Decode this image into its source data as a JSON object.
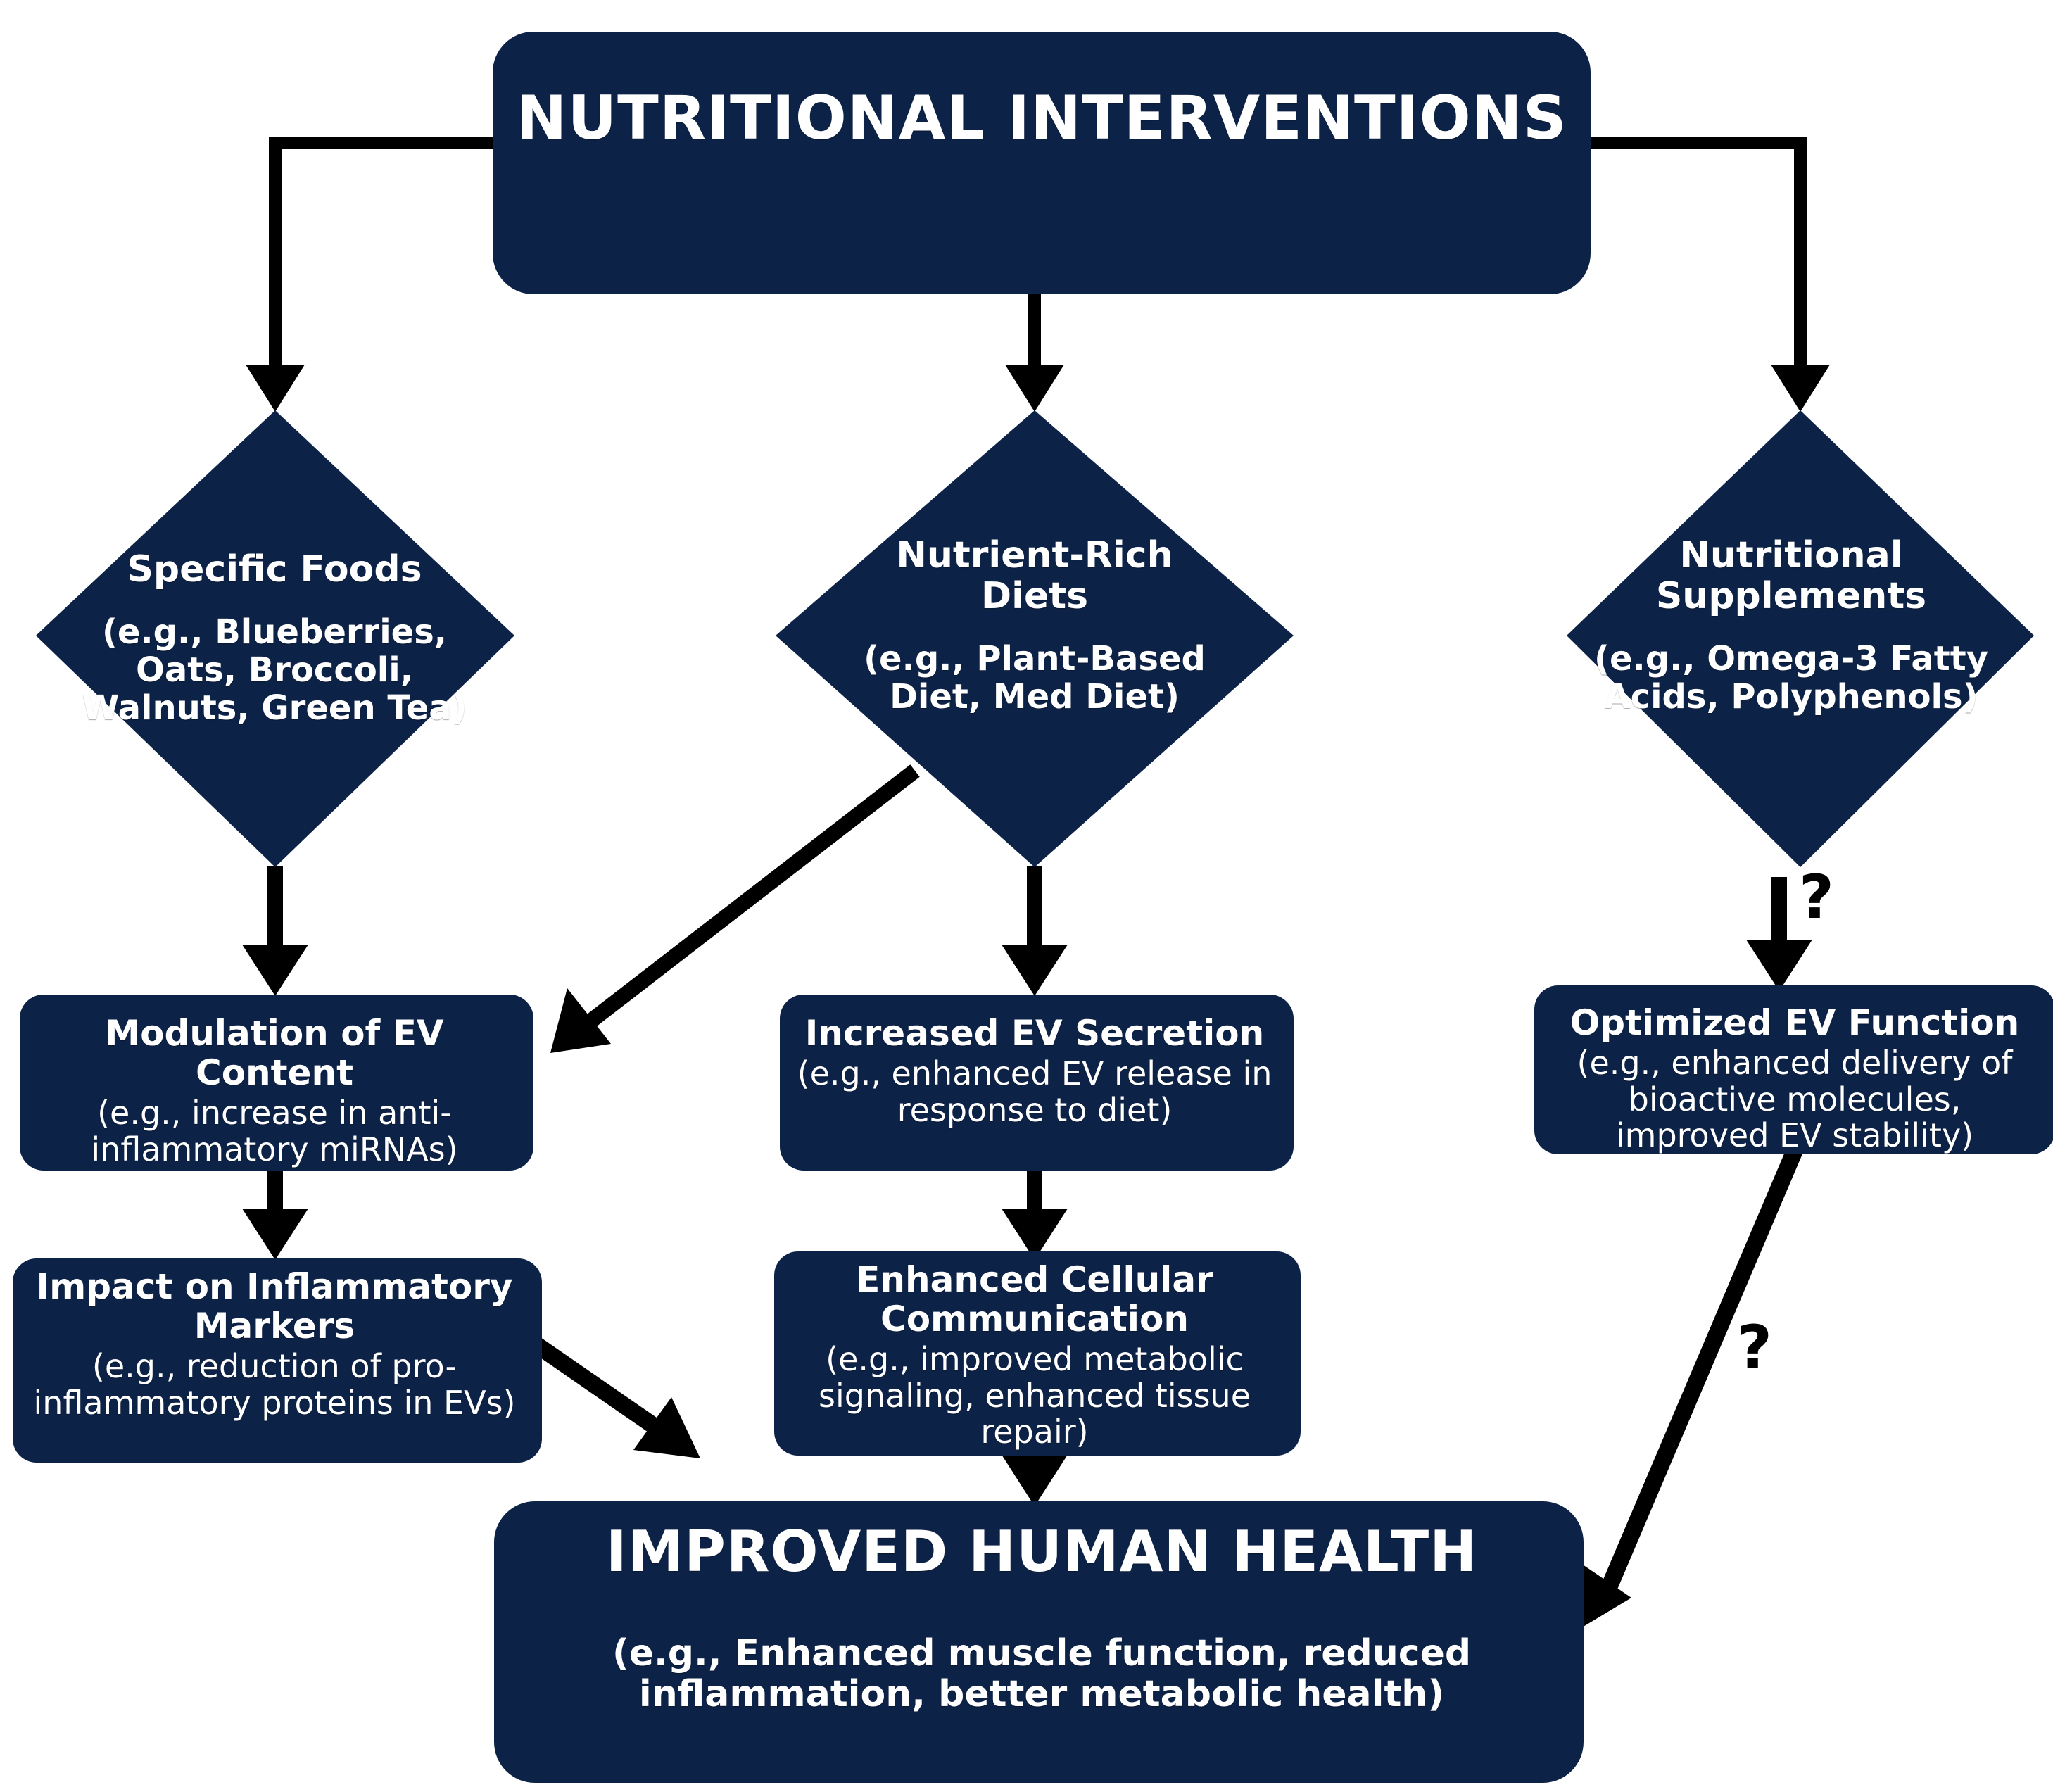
{
  "theme": {
    "navy": "#0d2247",
    "edge": "#000000",
    "text_on_navy": "#ffffff",
    "background": "#ffffff"
  },
  "diagram": {
    "type": "flowchart",
    "title": "NUTRITIONAL INTERVENTIONS",
    "root": {
      "id": "nutritional-interventions",
      "shape": "rounded-rect",
      "label": "NUTRITIONAL INTERVENTIONS"
    },
    "branches": [
      {
        "id": "specific-foods",
        "shape": "diamond",
        "title": "Specific Foods",
        "example": "(e.g., Blueberries, Oats, Broccoli, Walnuts, Green Tea)"
      },
      {
        "id": "nutrient-rich-diets",
        "shape": "diamond",
        "title": "Nutrient-Rich Diets",
        "example": "(e.g., Plant-Based Diet, Med Diet)"
      },
      {
        "id": "nutritional-supplements",
        "shape": "diamond",
        "title": "Nutritional Supplements",
        "example": "(e.g., Omega-3 Fatty Acids, Polyphenols)"
      }
    ],
    "processes": [
      {
        "id": "modulation-of-ev-content",
        "shape": "rounded-rect",
        "title": "Modulation of EV Content",
        "example": "(e.g., increase in anti-inflammatory miRNAs)"
      },
      {
        "id": "increased-ev-secretion",
        "shape": "rounded-rect",
        "title": "Increased EV Secretion",
        "example": "(e.g., enhanced EV release in response to diet)"
      },
      {
        "id": "optimized-ev-function",
        "shape": "rounded-rect",
        "title": "Optimized EV Function",
        "example": "(e.g., enhanced delivery of bioactive molecules, improved EV stability)"
      },
      {
        "id": "impact-on-inflammatory-markers",
        "shape": "rounded-rect",
        "title": "Impact on Inflammatory Markers",
        "example": "(e.g., reduction of pro-inflammatory proteins in EVs)"
      },
      {
        "id": "enhanced-cellular-communication",
        "shape": "rounded-rect",
        "title": "Enhanced Cellular Communication",
        "example": "(e.g., improved metabolic signaling, enhanced tissue repair)"
      }
    ],
    "outcome": {
      "id": "improved-human-health",
      "shape": "rounded-rect",
      "title": "IMPROVED HUMAN HEALTH",
      "example": "(e.g., Enhanced muscle function, reduced inflammation, better metabolic health)"
    },
    "annotations": [
      {
        "id": "uncertainty-supplements-to-optimized-ev",
        "symbol": "?"
      },
      {
        "id": "uncertainty-optimized-ev-to-health",
        "symbol": "?"
      }
    ],
    "edges": [
      {
        "from": "nutritional-interventions",
        "to": "specific-foods",
        "style": "elbow-arrow"
      },
      {
        "from": "nutritional-interventions",
        "to": "nutrient-rich-diets",
        "style": "straight-arrow"
      },
      {
        "from": "nutritional-interventions",
        "to": "nutritional-supplements",
        "style": "elbow-arrow"
      },
      {
        "from": "specific-foods",
        "to": "modulation-of-ev-content",
        "style": "straight-arrow"
      },
      {
        "from": "nutrient-rich-diets",
        "to": "modulation-of-ev-content",
        "style": "diagonal-arrow"
      },
      {
        "from": "nutrient-rich-diets",
        "to": "increased-ev-secretion",
        "style": "straight-arrow"
      },
      {
        "from": "nutritional-supplements",
        "to": "optimized-ev-function",
        "style": "straight-arrow",
        "annotation": "?"
      },
      {
        "from": "modulation-of-ev-content",
        "to": "impact-on-inflammatory-markers",
        "style": "straight-arrow"
      },
      {
        "from": "increased-ev-secretion",
        "to": "enhanced-cellular-communication",
        "style": "straight-arrow"
      },
      {
        "from": "impact-on-inflammatory-markers",
        "to": "improved-human-health",
        "style": "diagonal-arrow"
      },
      {
        "from": "enhanced-cellular-communication",
        "to": "improved-human-health",
        "style": "straight-arrow"
      },
      {
        "from": "optimized-ev-function",
        "to": "improved-human-health",
        "style": "diagonal-arrow",
        "annotation": "?"
      }
    ]
  },
  "labels": {
    "root_title": "NUTRITIONAL INTERVENTIONS",
    "dia1_title": "Specific Foods",
    "dia1_example": "(e.g., Blueberries, Oats, Broccoli, Walnuts, Green Tea)",
    "dia2_title": "Nutrient-Rich Diets",
    "dia2_example": "(e.g., Plant-Based Diet, Med Diet)",
    "dia3_title": "Nutritional Supplements",
    "dia3_example": "(e.g., Omega-3 Fatty Acids, Polyphenols)",
    "box_mod_title": "Modulation of EV Content",
    "box_mod_example": "(e.g., increase in anti-inflammatory miRNAs)",
    "box_inc_title": "Increased EV Secretion",
    "box_inc_example": "(e.g., enhanced EV release in response to diet)",
    "box_opt_title": "Optimized EV Function",
    "box_opt_example": "(e.g., enhanced delivery of bioactive molecules, improved EV stability)",
    "box_imp_title": "Impact on Inflammatory Markers",
    "box_imp_example": "(e.g., reduction of pro-inflammatory proteins in EVs)",
    "box_enh_title": "Enhanced Cellular Communication",
    "box_enh_example": "(e.g., improved metabolic signaling, enhanced tissue repair)",
    "goal_title": "IMPROVED HUMAN HEALTH",
    "goal_example": "(e.g., Enhanced muscle function, reduced inflammation, better metabolic health)",
    "qmark1": "?",
    "qmark2": "?"
  }
}
